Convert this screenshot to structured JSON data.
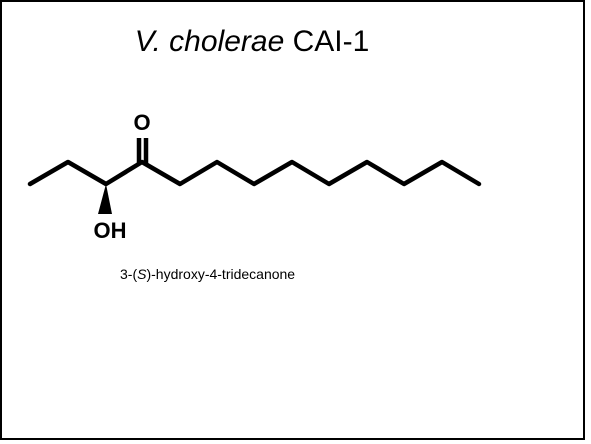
{
  "slide": {
    "title_species": "V. cholerae",
    "title_molecule": "CAI-1"
  },
  "structure": {
    "carbonyl_atom_label": "O",
    "hydroxyl_group_label": "OH"
  },
  "caption": {
    "prefix": "3-(",
    "stereo_descriptor": "S",
    "suffix": ")-hydroxy-4-tridecanone"
  },
  "colors": {
    "ink": "#000000",
    "background": "#ffffff"
  }
}
